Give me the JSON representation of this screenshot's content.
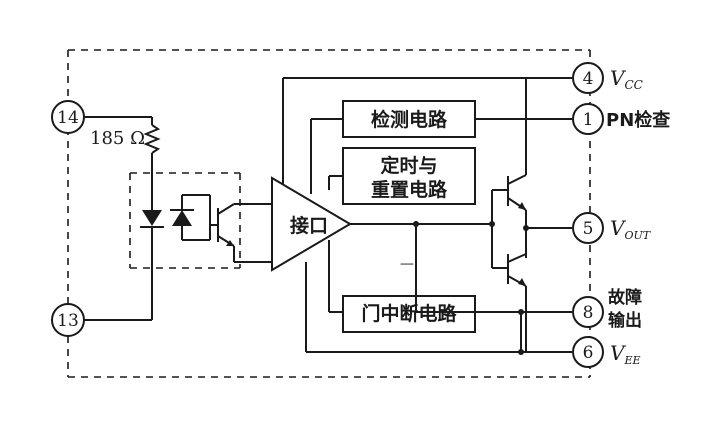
{
  "pins": [
    {
      "number": "14"
    },
    {
      "number": "13"
    },
    {
      "number": "4",
      "label_main": "V",
      "label_sub": "CC"
    },
    {
      "number": "1",
      "label": "PN检查"
    },
    {
      "number": "5",
      "label_main": "V",
      "label_sub": "OUT"
    },
    {
      "number": "8",
      "label_line1": "故障",
      "label_line2": "输出"
    },
    {
      "number": "6",
      "label_main": "V",
      "label_sub": "EE"
    }
  ],
  "resistor": {
    "label": "185 Ω"
  },
  "blocks": {
    "detect": "检测电路",
    "timer_line1": "定时与",
    "timer_line2": "重置电路",
    "interface": "接口",
    "cutoff": "门中断电路"
  },
  "minus_sign": "—"
}
